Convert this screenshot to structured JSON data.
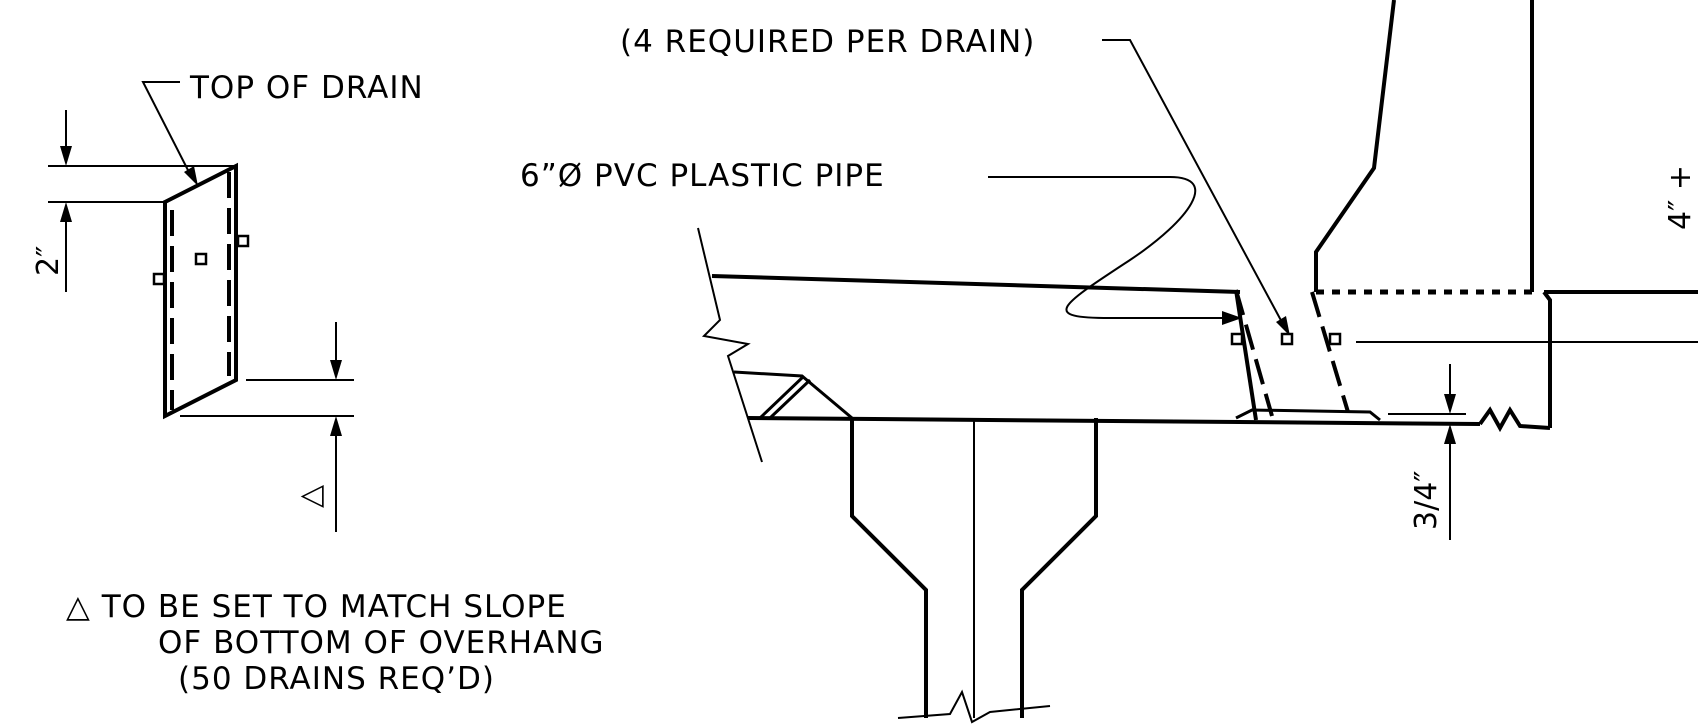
{
  "labels": {
    "top_of_drain": "TOP OF DRAIN",
    "required_per_drain": "(4 REQUIRED PER DRAIN)",
    "pvc_pipe": "6”Ø PVC PLASTIC PIPE",
    "dim_2in": "2″",
    "dim_3_4": "3/4″",
    "dim_4in": "4″ +",
    "delta_symbol": "△"
  },
  "notes": {
    "line1": "△ TO BE SET TO MATCH SLOPE",
    "line2": "OF BOTTOM OF OVERHANG",
    "line3": "(50  DRAINS REQ’D)"
  }
}
